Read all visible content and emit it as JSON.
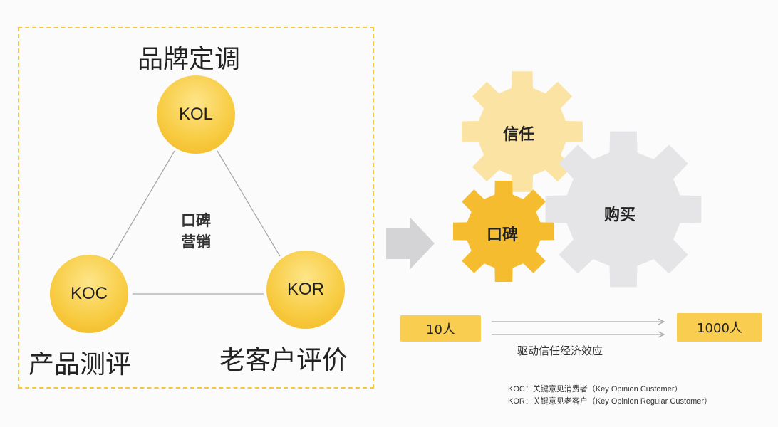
{
  "left_panel": {
    "top_label": "品牌定调",
    "center_label_line1": "口碑",
    "center_label_line2": "营销",
    "nodes": [
      {
        "id": "kol",
        "label": "KOL"
      },
      {
        "id": "koc",
        "label": "KOC"
      },
      {
        "id": "kor",
        "label": "KOR"
      }
    ],
    "bottom_left_label": "产品测评",
    "bottom_right_label": "老客户评价"
  },
  "gears": [
    {
      "label": "信任",
      "color": "#fbe3a3"
    },
    {
      "label": "口碑",
      "color": "#f5bc2f"
    },
    {
      "label": "购买",
      "color": "#e5e5e7"
    }
  ],
  "flow": {
    "from": "10人",
    "to": "1000人",
    "caption": "驱动信任经济效应"
  },
  "legend": [
    "KOC：关键意见消费者（Key Opinion Customer）",
    "KOR：关键意见老客户（Key Opinion Regular Customer）"
  ],
  "colors": {
    "accent": "#f5c63e",
    "arrow": "#d4d4d6"
  }
}
